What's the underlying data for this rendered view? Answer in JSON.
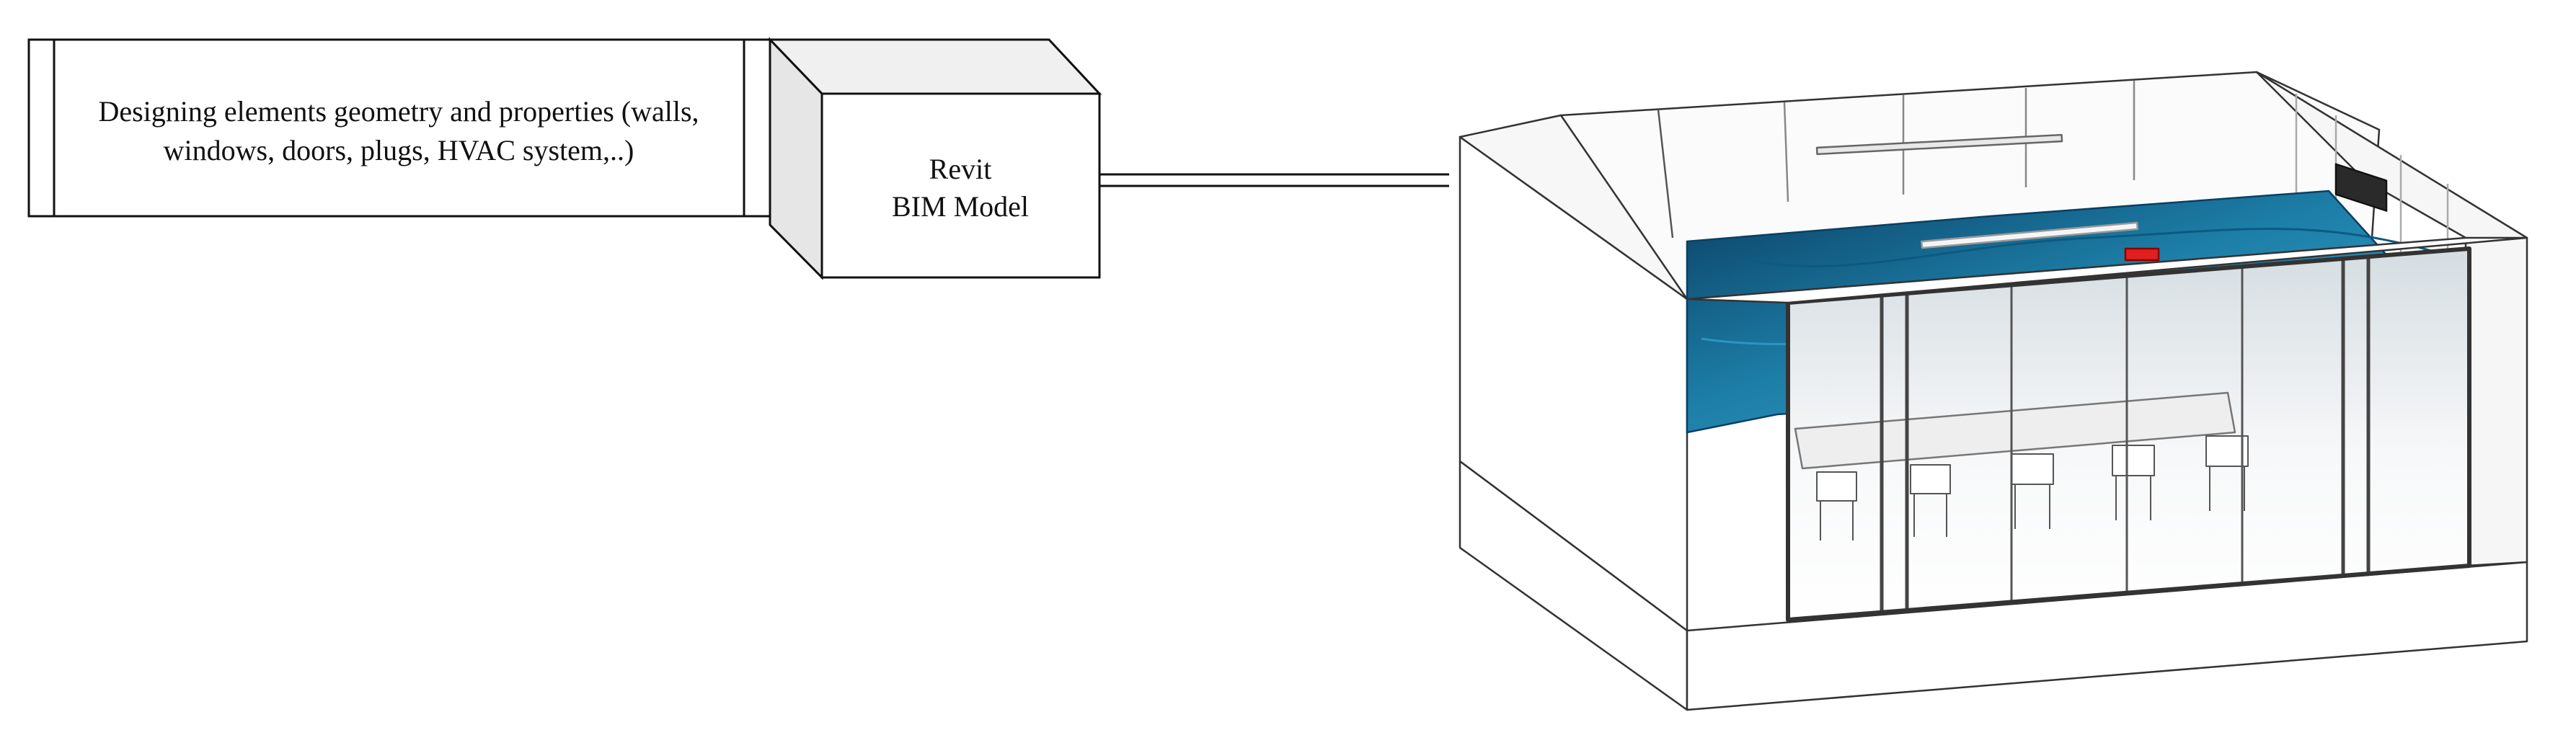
{
  "process_box": {
    "line1": "Designing elements geometry and properties (walls,",
    "line2": "windows, doors, plugs, HVAC system,..)"
  },
  "model_box": {
    "line1": "Revit",
    "line2": "BIM Model"
  },
  "colors": {
    "stroke": "#111111",
    "cube_side": "#e6e6e6",
    "cube_top": "#f0f0f0",
    "ceiling_plane": "#1d7fa8",
    "ceiling_dark": "#0c4a6e",
    "hvac_diffuser": "#e02020",
    "glass": "#f2f4f5"
  },
  "icons": {
    "room_model": "isometric-room-icon",
    "connector": "double-line-connector"
  }
}
